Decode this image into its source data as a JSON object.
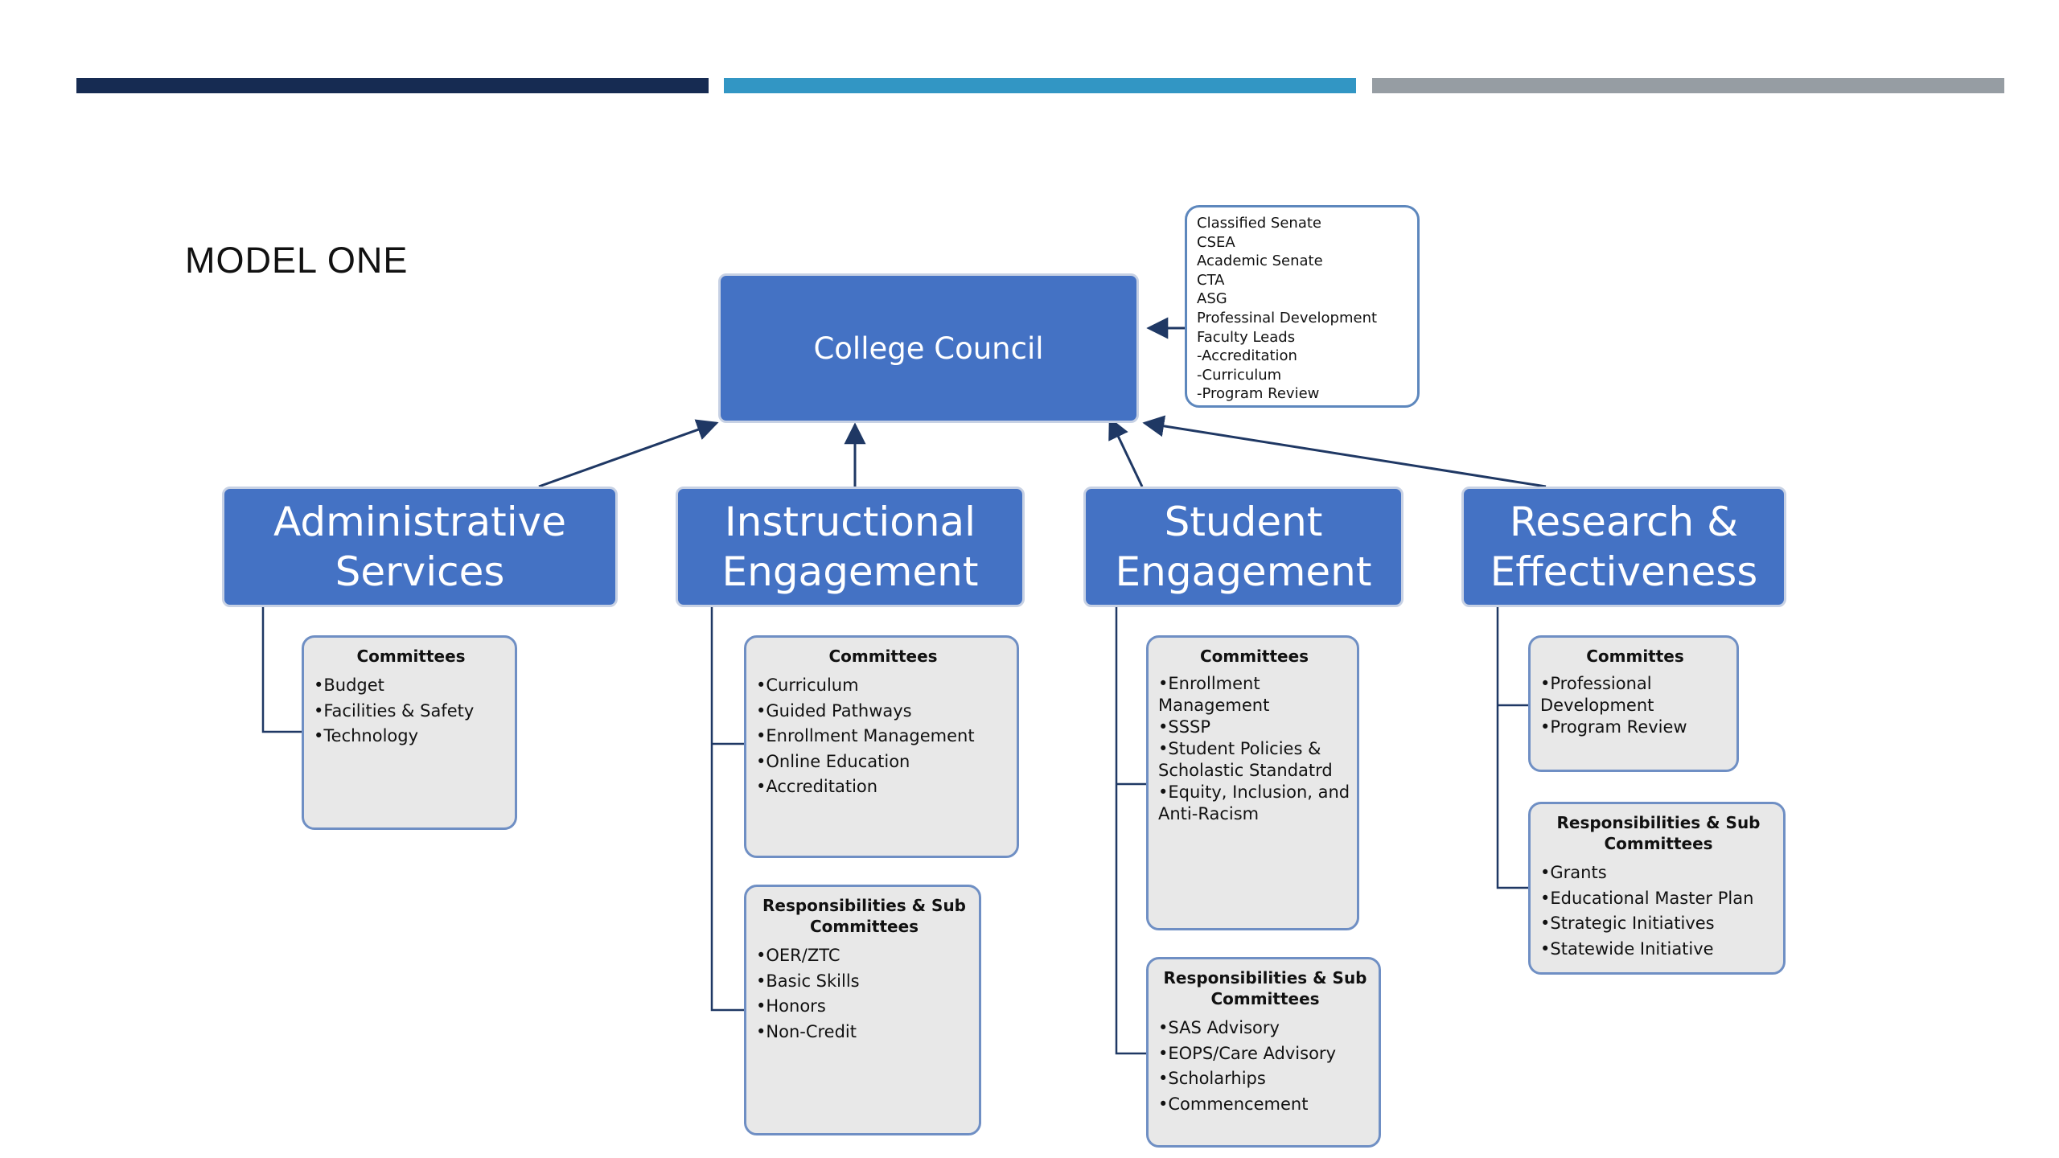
{
  "title": "MODEL ONE",
  "accent_colors": {
    "bar1": "#162b52",
    "bar2": "#3296c4",
    "bar3": "#969da3",
    "box_blue": "#4472c4"
  },
  "council": {
    "label": "College Council"
  },
  "reporting_groups": [
    "Classified Senate",
    "CSEA",
    "Academic Senate",
    "CTA",
    "ASG",
    "Professinal Development",
    "Faculty Leads",
    "-Accreditation",
    "-Curriculum",
    "-Program Review"
  ],
  "departments": [
    {
      "name": "Administrative Services",
      "committees": {
        "title": "Committees",
        "items": [
          "•Budget",
          "•Facilities & Safety",
          "•Technology"
        ]
      }
    },
    {
      "name": "Instructional Engagement",
      "committees": {
        "title": "Committees",
        "items": [
          "•Curriculum",
          "•Guided Pathways",
          "•Enrollment Management",
          "•Online Education",
          "•Accreditation"
        ]
      },
      "responsibilities": {
        "title": "Responsibilities & Sub Committees",
        "items": [
          "•OER/ZTC",
          "•Basic Skills",
          "•Honors",
          "•Non-Credit"
        ]
      }
    },
    {
      "name": "Student Engagement",
      "committees": {
        "title": "Committees",
        "items": [
          "•Enrollment\nManagement",
          "•SSSP",
          "•Student Policies &\nScholastic Standatrd",
          "•Equity, Inclusion, and\nAnti-Racism"
        ]
      },
      "responsibilities": {
        "title": "Responsibilities & Sub Committees",
        "items": [
          "•SAS Advisory",
          "•EOPS/Care Advisory",
          "•Scholarhips",
          "•Commencement"
        ]
      }
    },
    {
      "name": "Research & Effectiveness",
      "committees": {
        "title": "Committes",
        "items": [
          "•Professional\nDevelopment",
          "•Program Review"
        ]
      },
      "responsibilities": {
        "title": "Responsibilities & Sub Committees",
        "items": [
          "•Grants",
          "•Educational Master Plan",
          "•Strategic Initiatives",
          "•Statewide Initiative"
        ]
      }
    }
  ]
}
